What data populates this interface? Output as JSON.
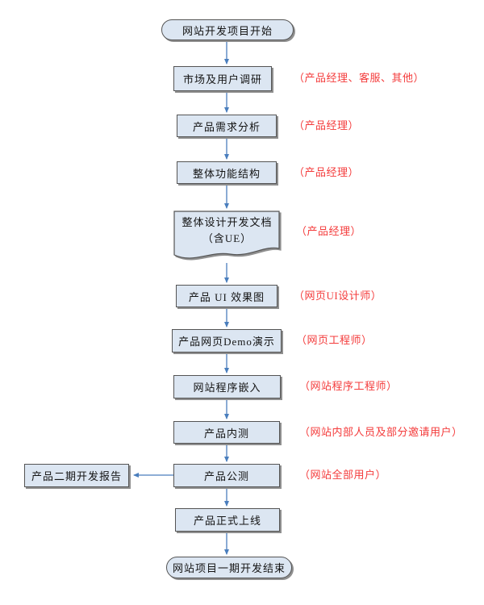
{
  "flowchart": {
    "nodes": [
      {
        "id": "start",
        "shape": "terminator",
        "label": "网站开发项目开始"
      },
      {
        "id": "market-research",
        "shape": "process",
        "label": "市场及用户调研",
        "annotation": "（产品经理、客服、其他）"
      },
      {
        "id": "requirement-analysis",
        "shape": "process",
        "label": "产品需求分析",
        "annotation": "（产品经理）"
      },
      {
        "id": "function-structure",
        "shape": "process",
        "label": "整体功能结构",
        "annotation": "（产品经理）"
      },
      {
        "id": "design-doc",
        "shape": "document",
        "label": "整体设计开发文档",
        "label_line2": "（含UE）",
        "annotation": "（产品经理）"
      },
      {
        "id": "ui-mockup",
        "shape": "process",
        "label": "产品 UI 效果图",
        "annotation": "（网页UI设计师）"
      },
      {
        "id": "demo",
        "shape": "process",
        "label": "产品网页Demo演示",
        "annotation": "（网页工程师）"
      },
      {
        "id": "program-embed",
        "shape": "process",
        "label": "网站程序嵌入",
        "annotation": "（网站程序工程师）"
      },
      {
        "id": "alpha-test",
        "shape": "process",
        "label": "产品内测",
        "annotation": "（网站内部人员及部分邀请用户）"
      },
      {
        "id": "beta-test",
        "shape": "process",
        "label": "产品公测",
        "annotation": "（网站全部用户）"
      },
      {
        "id": "phase2-report",
        "shape": "process",
        "label": "产品二期开发报告"
      },
      {
        "id": "launch",
        "shape": "process",
        "label": "产品正式上线"
      },
      {
        "id": "end",
        "shape": "terminator",
        "label": "网站项目一期开发结束"
      }
    ],
    "colors": {
      "node_fill": "#dce6f2",
      "node_border": "#545454",
      "shadow": "#8f8f8f",
      "arrow": "#4a7ebd",
      "annotation_text": "#f43b3b",
      "label_text": "#141414",
      "canvas_bg": "#ffffff"
    }
  }
}
